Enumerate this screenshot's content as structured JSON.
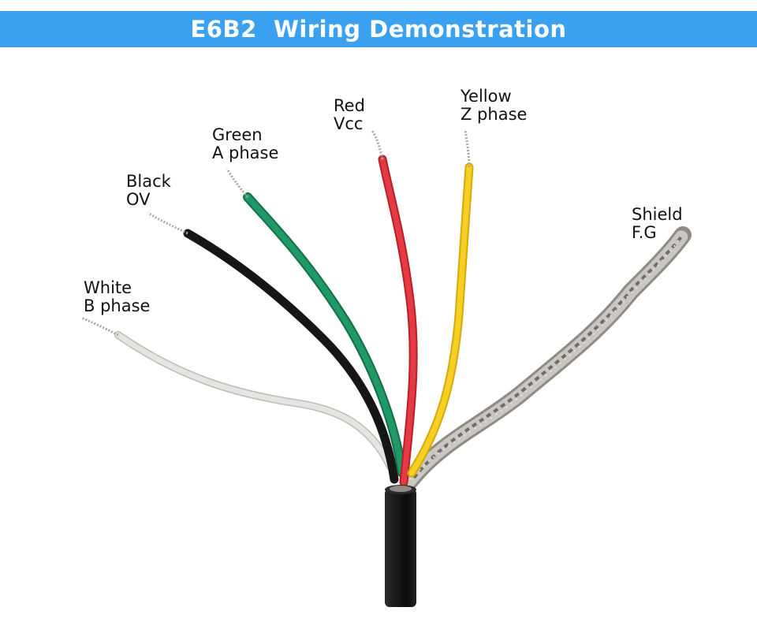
{
  "title": "E6B2  Wiring Demonstration",
  "colors": {
    "banner": "#3aa0f0",
    "white_wire": "#dcdad6",
    "black_wire": "#161616",
    "green_wire": "#1a8a5a",
    "red_wire": "#dc2b34",
    "yellow_wire": "#f0c419",
    "shield": "#9a9890",
    "cable_jacket": "#141414"
  },
  "wires": [
    {
      "id": "white",
      "color_name": "White",
      "signal": "B phase",
      "icon": "white-wire"
    },
    {
      "id": "black",
      "color_name": "Black",
      "signal": "OV",
      "icon": "black-wire"
    },
    {
      "id": "green",
      "color_name": "Green",
      "signal": "A phase",
      "icon": "green-wire"
    },
    {
      "id": "red",
      "color_name": "Red",
      "signal": "Vcc",
      "icon": "red-wire"
    },
    {
      "id": "yellow",
      "color_name": "Yellow",
      "signal": "Z phase",
      "icon": "yellow-wire"
    },
    {
      "id": "shield",
      "color_name": "Shield",
      "signal": "F.G",
      "icon": "shield-braid"
    }
  ]
}
